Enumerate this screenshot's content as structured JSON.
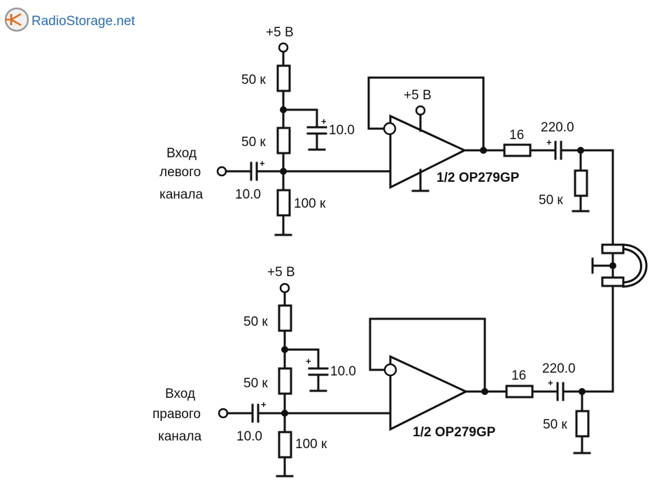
{
  "logo": {
    "text": "RadioStorage.net"
  },
  "supply_label": "+5 В",
  "channels": [
    {
      "input_label_lines": [
        "Вход",
        "левого",
        "канала"
      ],
      "divider_top": "50 к",
      "divider_mid": "50 к",
      "bias_cap": "10.0",
      "input_cap": "10.0",
      "input_res": "100 к",
      "opamp_supply": "+5 В",
      "opamp": "1/2 OP279GP",
      "series_res": "16",
      "output_cap": "220.0",
      "load_res": "50 к"
    },
    {
      "input_label_lines": [
        "Вход",
        "правого",
        "канала"
      ],
      "divider_top": "50 к",
      "divider_mid": "50 к",
      "bias_cap": "10.0",
      "input_cap": "10.0",
      "input_res": "100 к",
      "opamp": "1/2 OP279GP",
      "series_res": "16",
      "output_cap": "220.0",
      "load_res": "50 к"
    }
  ]
}
